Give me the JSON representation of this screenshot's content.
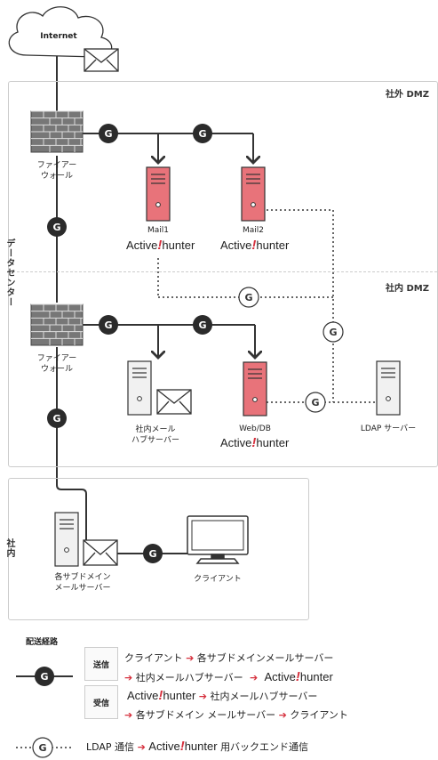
{
  "cloud": {
    "label": "Internet"
  },
  "zones": {
    "external_dmz": "社外 DMZ",
    "internal_dmz": "社内 DMZ",
    "data_center": "データセンター",
    "internal": "社内"
  },
  "firewall_top": {
    "label_line1": "ファイアー",
    "label_line2": "ウォール"
  },
  "firewall_mid": {
    "label_line1": "ファイアー",
    "label_line2": "ウォール"
  },
  "mail1": {
    "label": "Mail1"
  },
  "mail2": {
    "label": "Mail2"
  },
  "webdb": {
    "label": "Web/DB"
  },
  "hub": {
    "label_line1": "社内メール",
    "label_line2": "ハブサーバー"
  },
  "ldap": {
    "label": "LDAP サーバー"
  },
  "subdomain": {
    "label_line1": "各サブドメイン",
    "label_line2": "メールサーバー"
  },
  "client": {
    "label": "クライアント"
  },
  "brand": {
    "part1": "Active",
    "mark": "!",
    "part2": "hunter"
  },
  "gateway_letter": "G",
  "legend": {
    "title": "配送経路",
    "send_tag": "送信",
    "send_line1_a": "クライアント",
    "send_line1_b": "各サブドメインメールサーバー",
    "send_line2_a": "社内メールハブサーバー",
    "receive_tag": "受信",
    "receive_line1_b": "社内メールハブサーバー",
    "receive_line2_a": "各サブドメイン メールサーバー",
    "receive_line2_b": "クライアント",
    "ldap_a": "LDAP 通信",
    "ldap_b": "用バックエンド通信"
  },
  "colors": {
    "server_red": "#e8737a",
    "server_gray": "#f1f1f1",
    "gateway": "#2b2b2b",
    "arrow": "#d6303d"
  }
}
